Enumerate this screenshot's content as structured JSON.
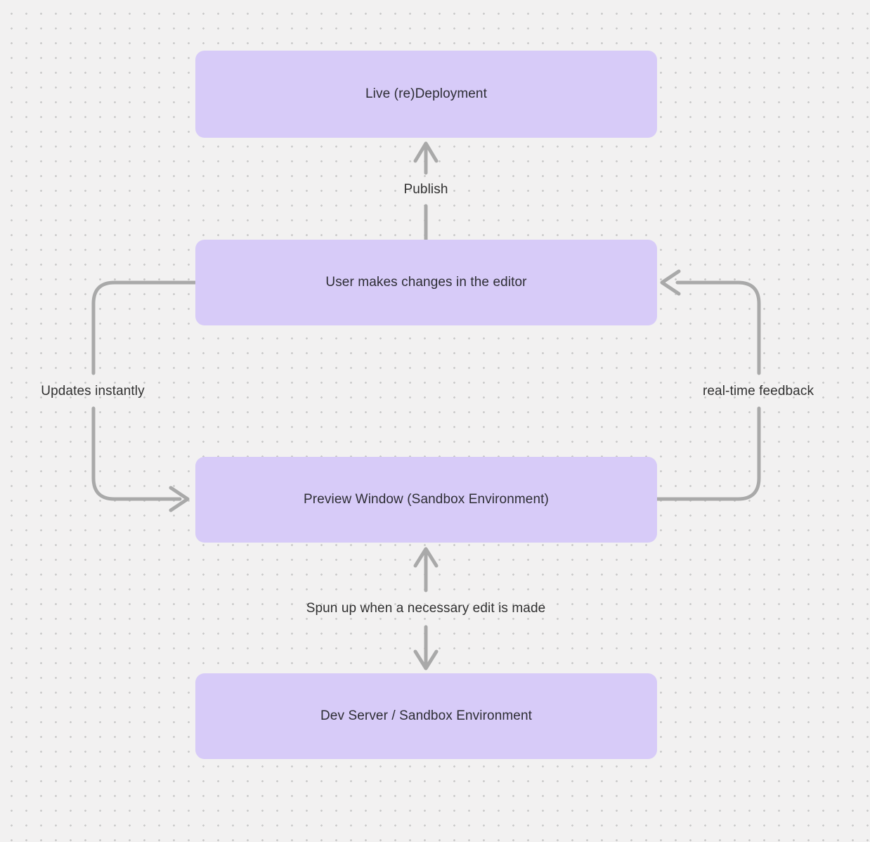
{
  "diagram": {
    "nodes": [
      {
        "id": "live-deployment",
        "label": "Live (re)Deployment"
      },
      {
        "id": "user-editor",
        "label": "User makes changes in the editor"
      },
      {
        "id": "preview-window",
        "label": "Preview Window (Sandbox Environment)"
      },
      {
        "id": "dev-server",
        "label": "Dev Server / Sandbox Environment"
      }
    ],
    "edges": [
      {
        "id": "publish",
        "label": "Publish",
        "from": "user-editor",
        "to": "live-deployment",
        "direction": "up"
      },
      {
        "id": "updates-instantly",
        "label": "Updates instantly",
        "from": "user-editor",
        "to": "preview-window",
        "direction": "left-loop-down"
      },
      {
        "id": "real-time-feedback",
        "label": "real-time feedback",
        "from": "preview-window",
        "to": "user-editor",
        "direction": "right-loop-up"
      },
      {
        "id": "spun-up",
        "label": "Spun up when a necessary edit is made",
        "from": "dev-server",
        "to": "preview-window",
        "bidirectional": true
      }
    ],
    "colors": {
      "background": "#f2f1f1",
      "dot_grid": "#c9c9c9",
      "node_fill": "#d7cbf8",
      "node_text": "#2d2d34",
      "arrow": "#a9a9a9",
      "edge_label_text": "#303030"
    }
  }
}
